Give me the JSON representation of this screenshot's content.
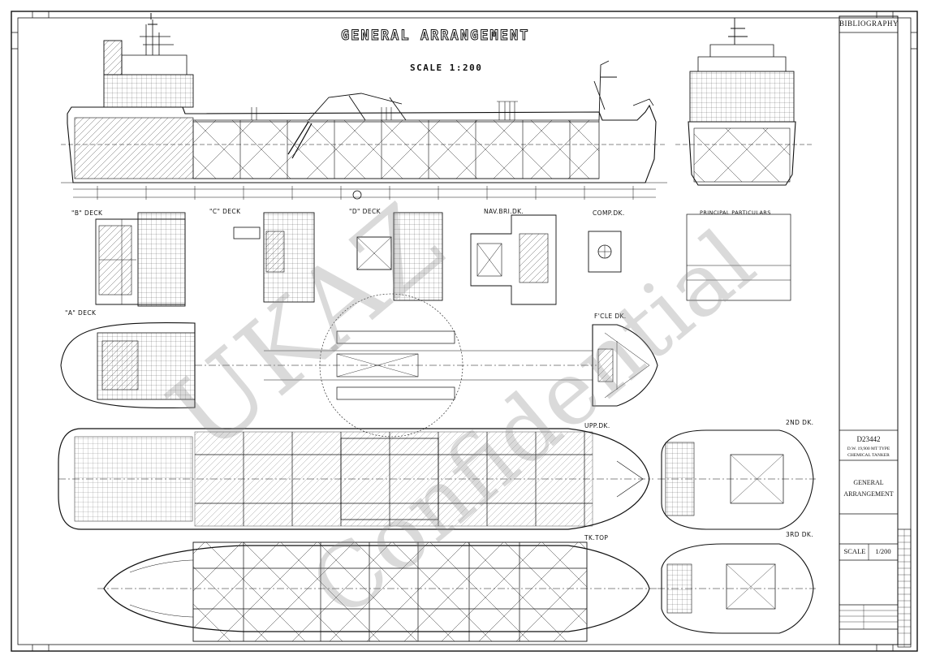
{
  "drawing": {
    "title": "GENERAL ARRANGEMENT",
    "scale": "SCALE 1:200",
    "views": {
      "b_deck": "\"B\" DECK",
      "c_deck": "\"C\" DECK",
      "d_deck": "\"D\" DECK",
      "nav_bridge": "NAV.BRI.DK.",
      "compass": "COMP.DK.",
      "a_deck": "\"A\" DECK",
      "fcle": "F'CLE DK.",
      "upper": "UPP.DK.",
      "second": "2ND DK.",
      "third": "3RD DK.",
      "tank_top": "TK.TOP"
    },
    "particulars_title": "PRINCIPAL PARTICULARS"
  },
  "title_block": {
    "bibliography": "BIBLIOGRAPHY",
    "number": "D23442",
    "ship_line1": "D.W. 19,900 MT TYPE",
    "ship_line2": "CHEMICAL TANKER",
    "drawing_name1": "GENERAL",
    "drawing_name2": "ARRANGEMENT",
    "scale_label": "SCALE",
    "scale_value": "1/200"
  },
  "watermark": {
    "line1": "UKAZ",
    "line2": "Confidential"
  },
  "colors": {
    "ink": "#111111",
    "paper": "#ffffff",
    "watermark": "#8c8c8c"
  }
}
